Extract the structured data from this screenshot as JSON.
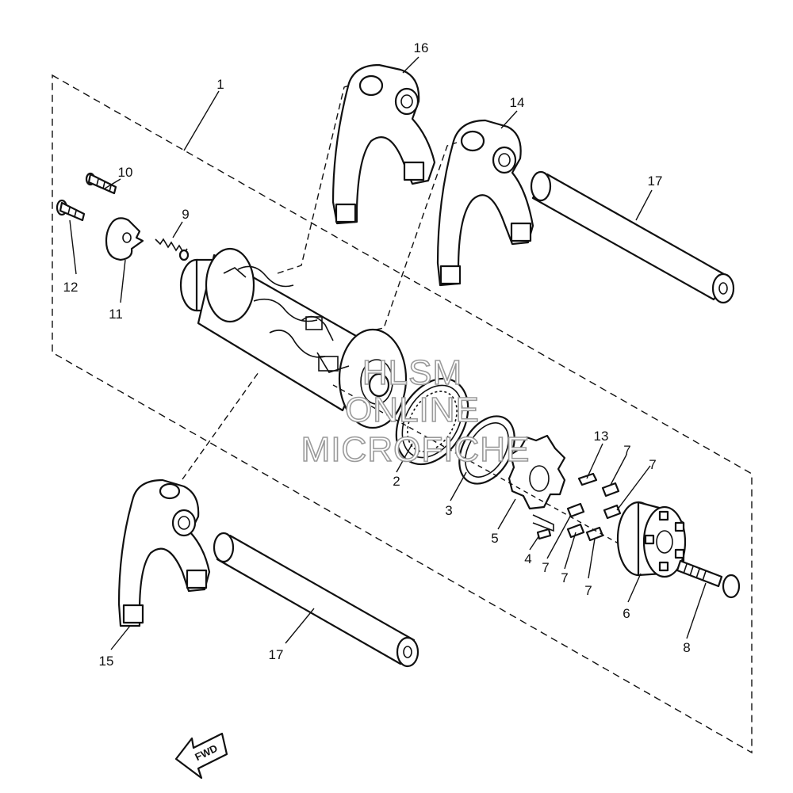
{
  "callouts": {
    "n1": "1",
    "n2": "2",
    "n3": "3",
    "n4": "4",
    "n5": "5",
    "n6": "6",
    "n7": "7",
    "n8": "8",
    "n9": "9",
    "n10": "10",
    "n11": "11",
    "n12": "12",
    "n13": "13",
    "n14": "14",
    "n15": "15",
    "n16": "16",
    "n17": "17"
  },
  "watermark": {
    "line1": "HLSM",
    "line2": "ONLINE",
    "line3": "MICROFICHE"
  },
  "fwd_label": "FWD"
}
